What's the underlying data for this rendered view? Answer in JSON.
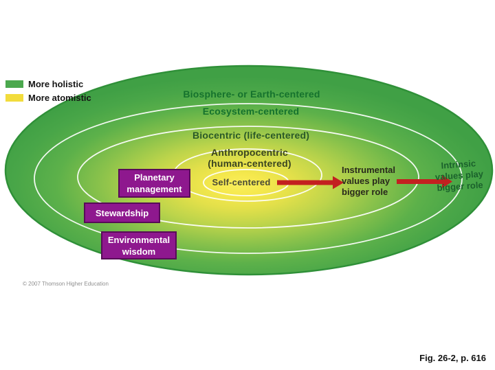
{
  "colors": {
    "holistic_green": "#4ba84e",
    "atomistic_yellow": "#f2dc3c",
    "arrow_red": "#c32020",
    "box_purple": "#8e188e",
    "ellipse_edge": "#2f9038"
  },
  "legend": {
    "holistic_label": "More holistic",
    "atomistic_label": "More atomistic"
  },
  "rings": {
    "biosphere": "Biosphere- or Earth-centered",
    "ecosystem": "Ecosystem-centered",
    "biocentric": "Biocentric (life-centered)",
    "anthropocentric": "Anthropocentric (human-centered)",
    "self_centered": "Self-centered"
  },
  "boxes": {
    "planetary_management": "Planetary management",
    "stewardship": "Stewardship",
    "environmental_wisdom": "Environmental wisdom"
  },
  "annotations": {
    "instrumental": "Instrumental values play bigger role",
    "intrinsic": "Intrinsic values play bigger role"
  },
  "footer": {
    "copyright": "© 2007 Thomson Higher Education",
    "figure_ref": "Fig. 26-2, p. 616"
  }
}
